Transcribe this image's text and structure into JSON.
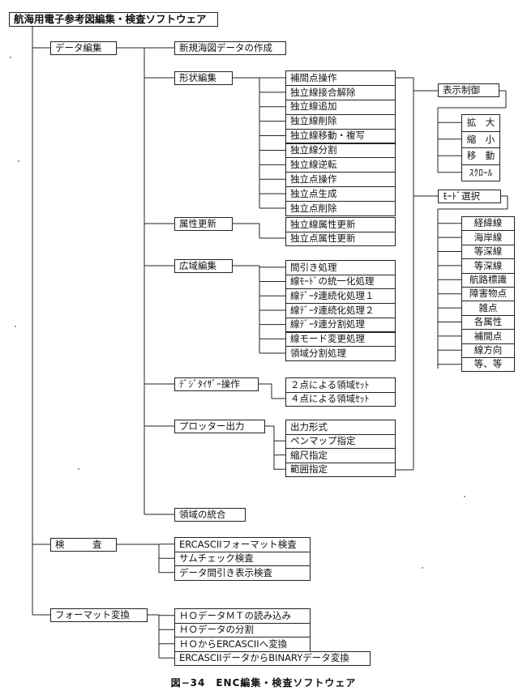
{
  "title": "航海用電子参考図編集・検査ソフトウェア",
  "caption": "図−34　ENC編集・検査ソフトウェア",
  "main": {
    "data_edit": "データ編集",
    "inspection": "検　　　査",
    "format_conv": "フォーマット変換"
  },
  "data_edit": {
    "new_chart": "新規海図データの作成",
    "shape_edit": "形状編集",
    "attr_update": "属性更新",
    "area_edit": "広域編集",
    "digitizer": "ﾃﾞｼﾞﾀｲｻﾞｰ操作",
    "plotter": "プロッター出力",
    "area_merge": "領域の統合"
  },
  "shape_ops": [
    "補間点操作",
    "独立線接合解除",
    "独立線追加",
    "独立線削除",
    "独立線移動・複写",
    "独立線分割",
    "独立線逆転",
    "独立点操作",
    "独立点生成",
    "独立点削除"
  ],
  "attr_ops": [
    "独立線属性更新",
    "独立点属性更新"
  ],
  "area_ops": [
    "間引き処理",
    "線ﾓｰﾄﾞの統一化処理",
    "線ﾃﾞｰﾀ連続化処理１",
    "線ﾃﾞｰﾀ連続化処理２",
    "線ﾃﾞｰﾀ連分割処理",
    "線モード変更処理",
    "領域分割処理"
  ],
  "digitizer_ops": [
    "２点による領域ｾｯﾄ",
    "４点による領域ｾｯﾄ"
  ],
  "plotter_ops": [
    "出力形式",
    "ペンマップ指定",
    "縮尺指定",
    "範囲指定"
  ],
  "display_control": {
    "label": "表示制御",
    "items": [
      "拡　大",
      "縮　小",
      "移　動",
      "ｽｸﾛｰﾙ"
    ]
  },
  "mode_select": {
    "label": "ﾓｰﾄﾞ選択",
    "items": [
      "経緯線",
      "海岸線",
      "等深線",
      "等深線",
      "航路標識",
      "障害物点",
      "雑点",
      "各属性",
      "補間点",
      "線方向",
      "等、等"
    ]
  },
  "inspection_ops": [
    "ERCASCIIフォーマット検査",
    "サムチェック検査",
    "データ間引き表示検査"
  ],
  "format_ops": [
    "ＨＯデータＭＴの読み込み",
    "ＨＯデータの分割",
    "ＨＯからERCASCIIへ変換",
    "ERCASCIIデータからBINARYデータ変換"
  ]
}
